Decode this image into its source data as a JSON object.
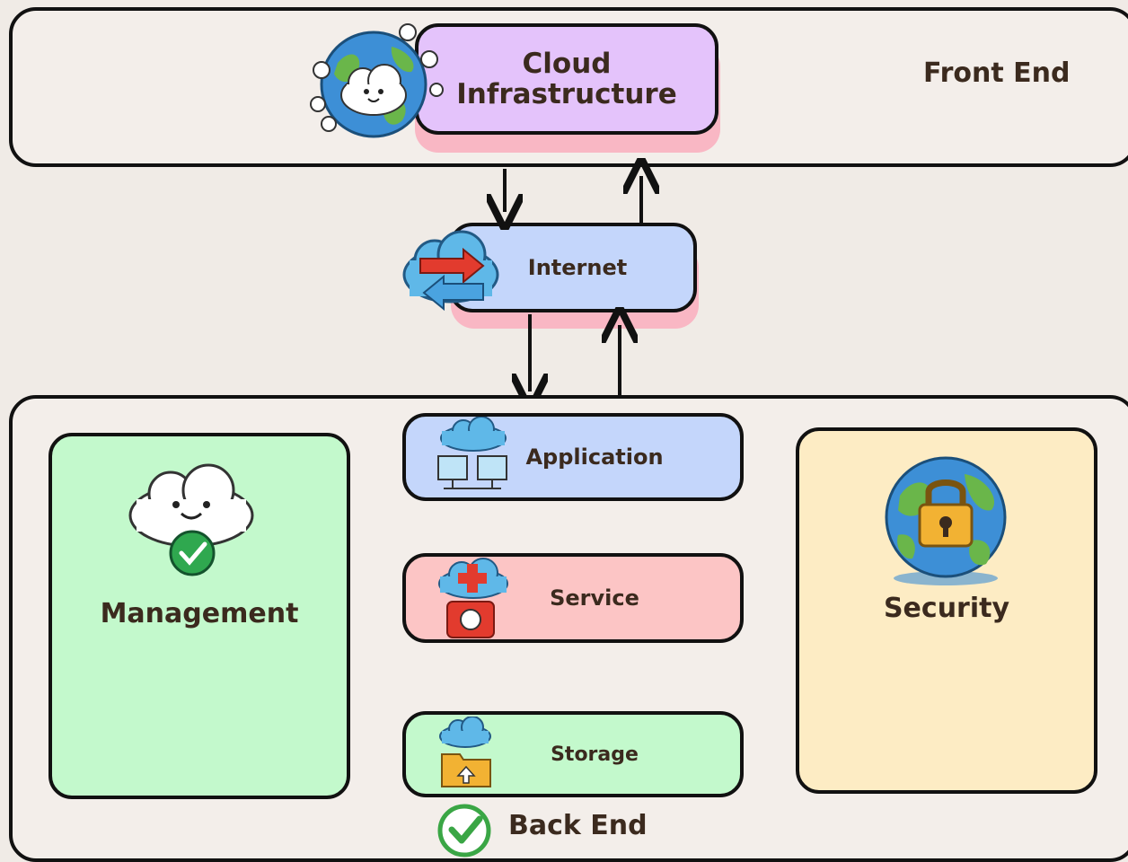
{
  "front_end": {
    "label": "Front End"
  },
  "cloud_infrastructure": {
    "label": "Cloud\nInfrastructure"
  },
  "internet": {
    "label": "Internet"
  },
  "back_end": {
    "label": "Back End",
    "management": {
      "label": "Management"
    },
    "security": {
      "label": "Security"
    },
    "application": {
      "label": "Application"
    },
    "service": {
      "label": "Service"
    },
    "storage": {
      "label": "Storage"
    }
  },
  "colors": {
    "background": "#f0ebe6",
    "cloud_infra_fill": "#e4c3fb",
    "internet_fill": "#c4d6fb",
    "application_fill": "#c4d6fb",
    "service_fill": "#fcc5c5",
    "storage_fill": "#c3f9cc",
    "management_fill": "#c3f9cc",
    "security_fill": "#fdecc4",
    "shadow_pink": "#f9b7c4",
    "border": "#111111"
  }
}
